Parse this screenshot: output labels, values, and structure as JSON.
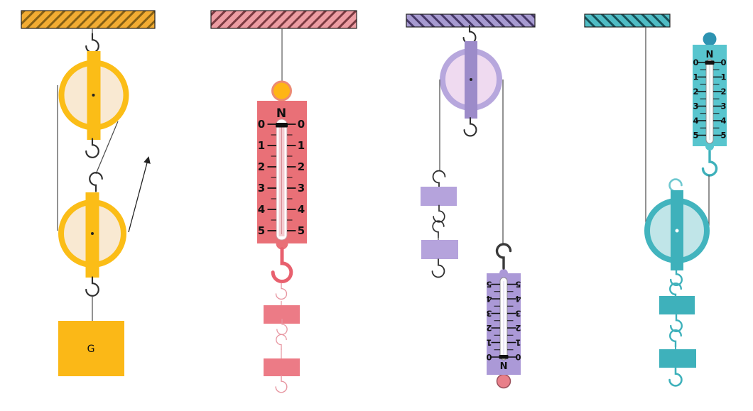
{
  "figure": {
    "description_labels": {
      "unit_label": "N",
      "tick_labels": [
        "0",
        "1",
        "2",
        "3",
        "4",
        "5"
      ]
    }
  },
  "scale_device": {
    "unit_label": "N",
    "tick_labels": [
      "0",
      "1",
      "2",
      "3",
      "4",
      "5"
    ]
  },
  "diagram1": {
    "weight_label": "G"
  },
  "palette": {
    "yellow_beam": "#F2AC33",
    "yellow_pulley": "#FBBD17",
    "yellow_weight": "#FBB817",
    "pink_beam": "#EC9DA3",
    "pink_scale": "#E97077",
    "pink_weight": "#EC7B86",
    "purple_beam": "#A69AD0",
    "purple_scale": "#AB99D7",
    "purple_weight": "#B5A3DC",
    "teal_beam": "#4FBCC4",
    "teal_scale": "#58C5CE",
    "teal_weight": "#3EB1BB",
    "knob_orange": "#FFB514",
    "knob_pink": "#E87F89",
    "knob_teal": "#2D93B1"
  }
}
